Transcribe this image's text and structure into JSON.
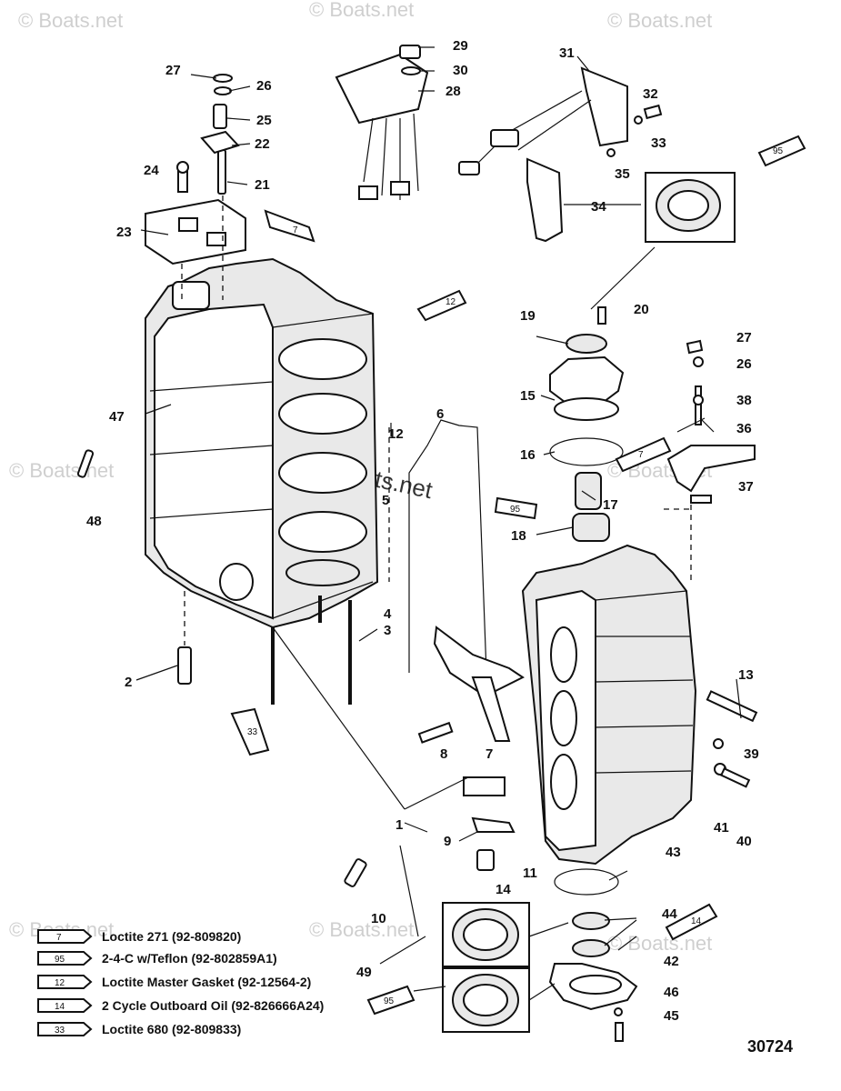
{
  "watermarks": {
    "corner": "© Boats.net",
    "center": "© Boats.net"
  },
  "figure_number": "30724",
  "callouts": [
    "1",
    "2",
    "3",
    "4",
    "5",
    "6",
    "7",
    "8",
    "9",
    "10",
    "11",
    "12",
    "13",
    "14",
    "15",
    "16",
    "17",
    "18",
    "19",
    "20",
    "21",
    "22",
    "23",
    "24",
    "25",
    "26",
    "27",
    "28",
    "29",
    "30",
    "31",
    "32",
    "33",
    "34",
    "35",
    "36",
    "37",
    "38",
    "39",
    "40",
    "41",
    "42",
    "43",
    "44",
    "45",
    "46",
    "47",
    "48",
    "49",
    "26",
    "27",
    "33"
  ],
  "tube_tags": [
    "7",
    "95",
    "12",
    "33",
    "14",
    "95",
    "95",
    "7"
  ],
  "legend": [
    {
      "num": "7",
      "text": "Loctite 271 (92-809820)"
    },
    {
      "num": "95",
      "text": "2-4-C w/Teflon (92-802859A1)"
    },
    {
      "num": "12",
      "text": "Loctite Master Gasket (92-12564-2)"
    },
    {
      "num": "14",
      "text": "2 Cycle Outboard Oil (92-826666A24)"
    },
    {
      "num": "33",
      "text": "Loctite 680 (92-809833)"
    }
  ]
}
